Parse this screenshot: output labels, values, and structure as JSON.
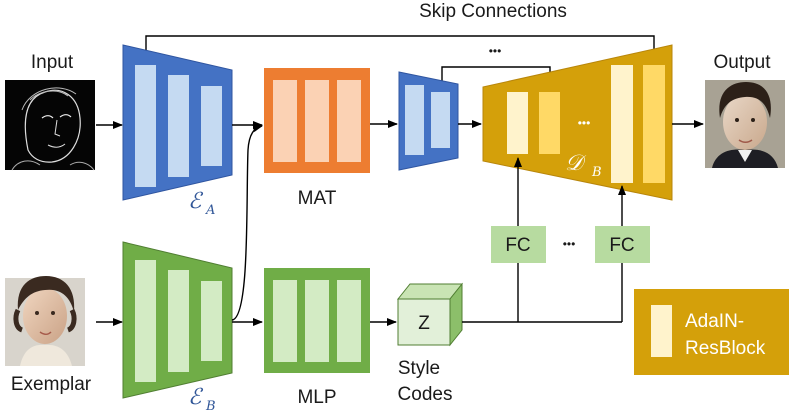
{
  "labels": {
    "skip_connections": "Skip Connections",
    "input": "Input",
    "output": "Output",
    "exemplar": "Exemplar",
    "mat": "MAT",
    "mlp": "MLP",
    "style_codes_line1": "Style",
    "style_codes_line2": "Codes",
    "z": "Z",
    "fc_left": "FC",
    "fc_right": "FC",
    "fc_dots": "•••",
    "top_dots": "•••",
    "decoder_dots": "•••",
    "legend_line1": "AdaIN-",
    "legend_line2": "ResBlock",
    "encoder_a_symbol": "ℰ",
    "encoder_a_sub": "A",
    "encoder_b_symbol": "ℰ",
    "encoder_b_sub": "B",
    "decoder_symbol": "𝒟",
    "decoder_sub": "B"
  },
  "colors": {
    "encoder_a": "#4472c4",
    "encoder_b": "#70ad47",
    "mat": "#ed7d31",
    "decoder": "#d4a00a",
    "fc_box": "#b7dba0",
    "arrow": "#000000"
  },
  "images": {
    "input": "sketch-face-image",
    "exemplar": "exemplar-portrait-image",
    "output": "output-portrait-image"
  }
}
